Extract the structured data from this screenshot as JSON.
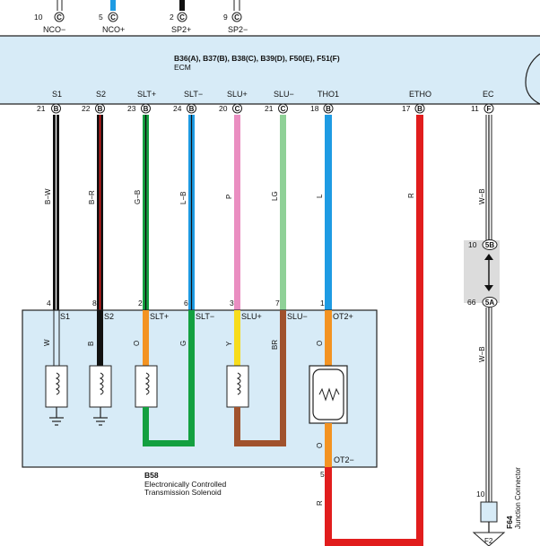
{
  "ecm": {
    "title": "B36(A), B37(B), B38(C), B39(D), F50(E), F51(F)",
    "subtitle": "ECM",
    "top_pins": [
      {
        "num": "10",
        "conn": "C",
        "label": "NCO−",
        "color": "#ffffff"
      },
      {
        "num": "5",
        "conn": "C",
        "label": "NCO+",
        "color": "#1e9be3"
      },
      {
        "num": "2",
        "conn": "C",
        "label": "SP2+",
        "color": "#111111"
      },
      {
        "num": "9",
        "conn": "C",
        "label": "SP2−",
        "color": "#ffffff"
      }
    ],
    "bottom_pins": [
      {
        "label": "S1",
        "num": "21",
        "conn": "B",
        "wire": "B−W"
      },
      {
        "label": "S2",
        "num": "22",
        "conn": "B",
        "wire": "B−R"
      },
      {
        "label": "SLT+",
        "num": "23",
        "conn": "B",
        "wire": "G−B"
      },
      {
        "label": "SLT−",
        "num": "24",
        "conn": "B",
        "wire": "L−B"
      },
      {
        "label": "SLU+",
        "num": "20",
        "conn": "C",
        "wire": "P"
      },
      {
        "label": "SLU−",
        "num": "21",
        "conn": "C",
        "wire": "LG"
      },
      {
        "label": "THO1",
        "num": "18",
        "conn": "B",
        "wire": "L"
      },
      {
        "label": "ETHO",
        "num": "17",
        "conn": "B",
        "wire": "R"
      },
      {
        "label": "EC",
        "num": "11",
        "conn": "F",
        "wire": "W−B"
      }
    ]
  },
  "solenoid": {
    "code": "B58",
    "name_line1": "Electronically Controlled",
    "name_line2": "Transmission Solenoid",
    "pins": [
      {
        "num": "4",
        "label": "S1",
        "wire": "W"
      },
      {
        "num": "8",
        "label": "S2",
        "wire": "B"
      },
      {
        "num": "2",
        "label": "SLT+",
        "wire": "O"
      },
      {
        "num": "6",
        "label": "SLT−",
        "wire": "G"
      },
      {
        "num": "3",
        "label": "SLU+",
        "wire": "Y"
      },
      {
        "num": "7",
        "label": "SLU−",
        "wire": "BR"
      },
      {
        "num": "1",
        "label": "OT2+",
        "wire": "O"
      }
    ],
    "ot2_minus_label": "OT2−",
    "ot2_minus_wire": "O",
    "pin5": "5",
    "r_wire": "R"
  },
  "junction_5": {
    "top_num": "10",
    "top_conn": "5B",
    "bottom_num": "66",
    "bottom_conn": "5A",
    "lower_wire": "W−B"
  },
  "junction_connector": {
    "pin": "10",
    "code": "F64",
    "name": "Junction Connector",
    "ground": "F2"
  },
  "colors": {
    "ecm_fill": "#d7ebf7",
    "module_fill": "#d7ebf7",
    "black": "#111111",
    "red": "#e11d1d",
    "green": "#13a040",
    "blue": "#1e9be3",
    "pink": "#ea8ec1",
    "light_green": "#8fd197",
    "orange": "#f39322",
    "yellow": "#f7dc1b",
    "brown": "#a0522d",
    "gray_band": "#dcdcdc"
  }
}
